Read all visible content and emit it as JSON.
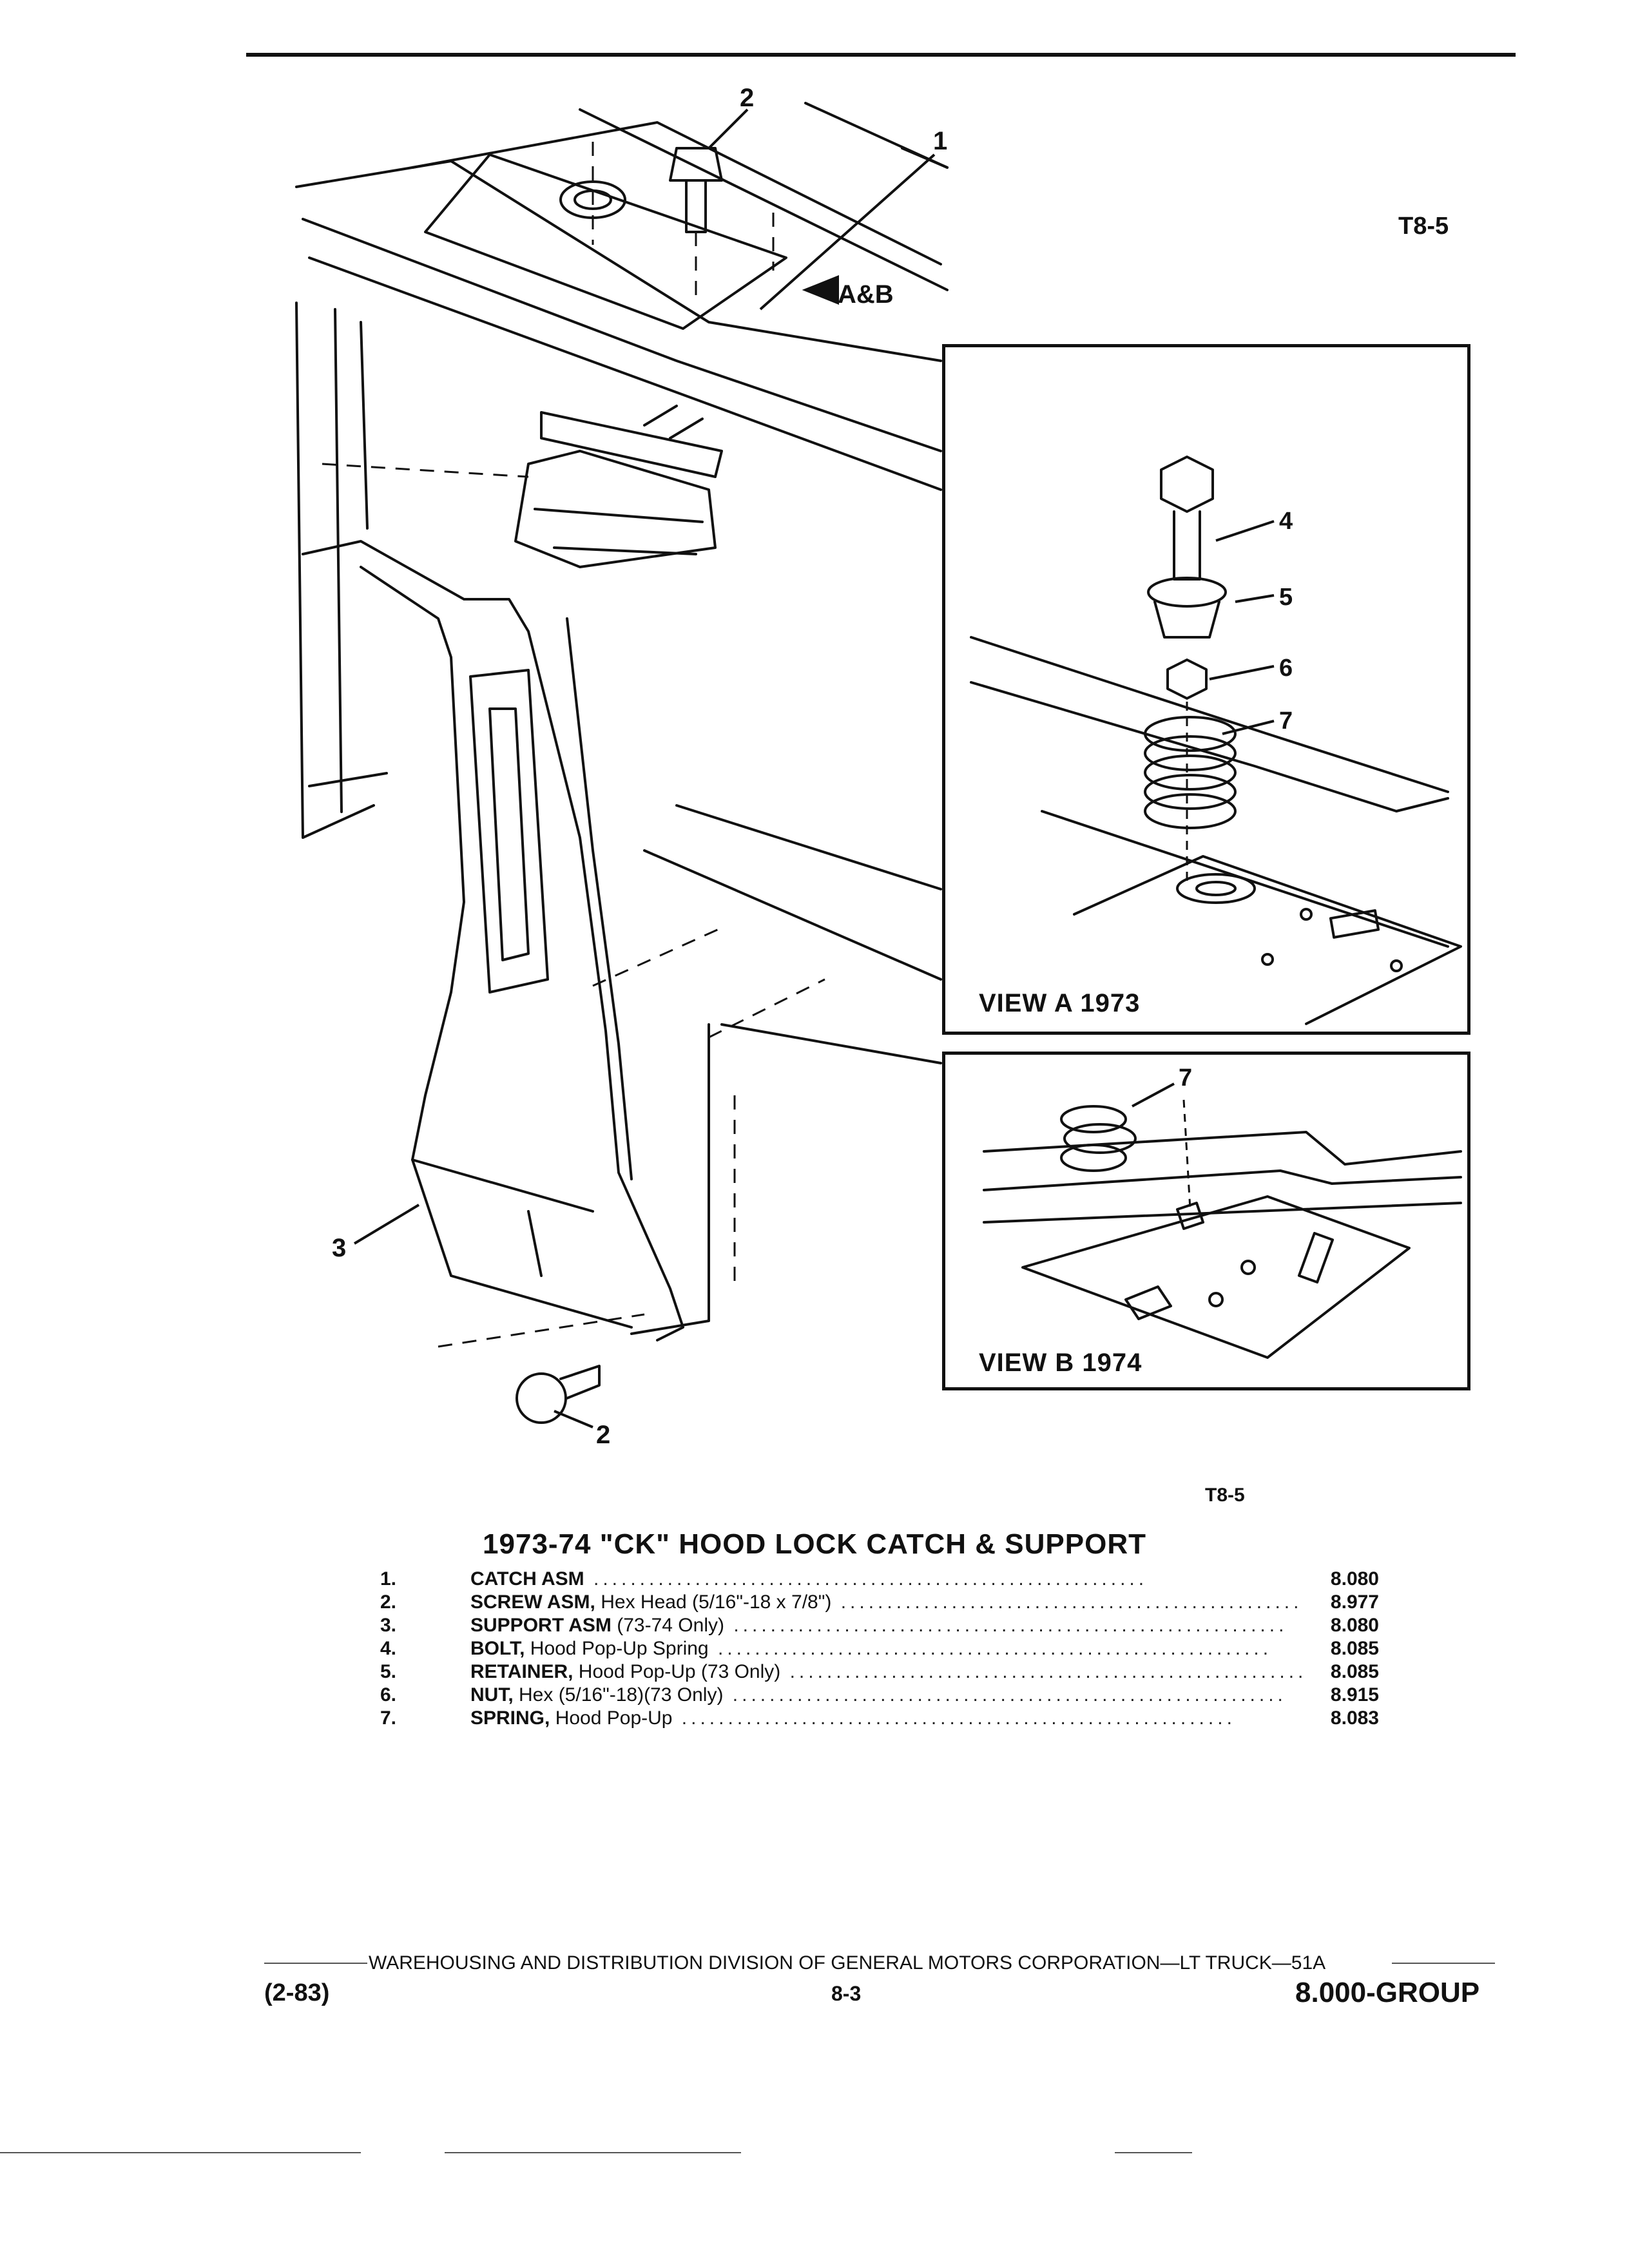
{
  "figure": {
    "code_top": "T8-5",
    "code_bottom": "T8-5",
    "callouts": [
      "1",
      "2",
      "3",
      "4",
      "5",
      "6",
      "7"
    ],
    "ref_arrow_label": "A&B"
  },
  "view_a": {
    "label": "VIEW A 1973"
  },
  "view_b": {
    "label": "VIEW B 1974"
  },
  "title": "1973-74 \"CK\" HOOD LOCK CATCH & SUPPORT",
  "parts": [
    {
      "num": "1.",
      "name": "CATCH ASM",
      "desc": "",
      "code": "8.080"
    },
    {
      "num": "2.",
      "name": "SCREW ASM,",
      "desc": " Hex Head (5/16\"-18 x 7/8\")",
      "code": "8.977"
    },
    {
      "num": "3.",
      "name": "SUPPORT ASM",
      "desc": " (73-74 Only)",
      "code": "8.080"
    },
    {
      "num": "4.",
      "name": "BOLT,",
      "desc": " Hood Pop-Up Spring",
      "code": "8.085"
    },
    {
      "num": "5.",
      "name": "RETAINER,",
      "desc": " Hood Pop-Up (73 Only)",
      "code": "8.085"
    },
    {
      "num": "6.",
      "name": "NUT,",
      "desc": " Hex (5/16\"-18)(73 Only)",
      "code": "8.915"
    },
    {
      "num": "7.",
      "name": "SPRING,",
      "desc": " Hood Pop-Up",
      "code": "8.083"
    }
  ],
  "footer": {
    "line": "WAREHOUSING AND DISTRIBUTION  DIVISION OF GENERAL MOTORS CORPORATION—LT TRUCK—51A",
    "date": "(2-83)",
    "page": "8-3",
    "group": "8.000-GROUP"
  }
}
